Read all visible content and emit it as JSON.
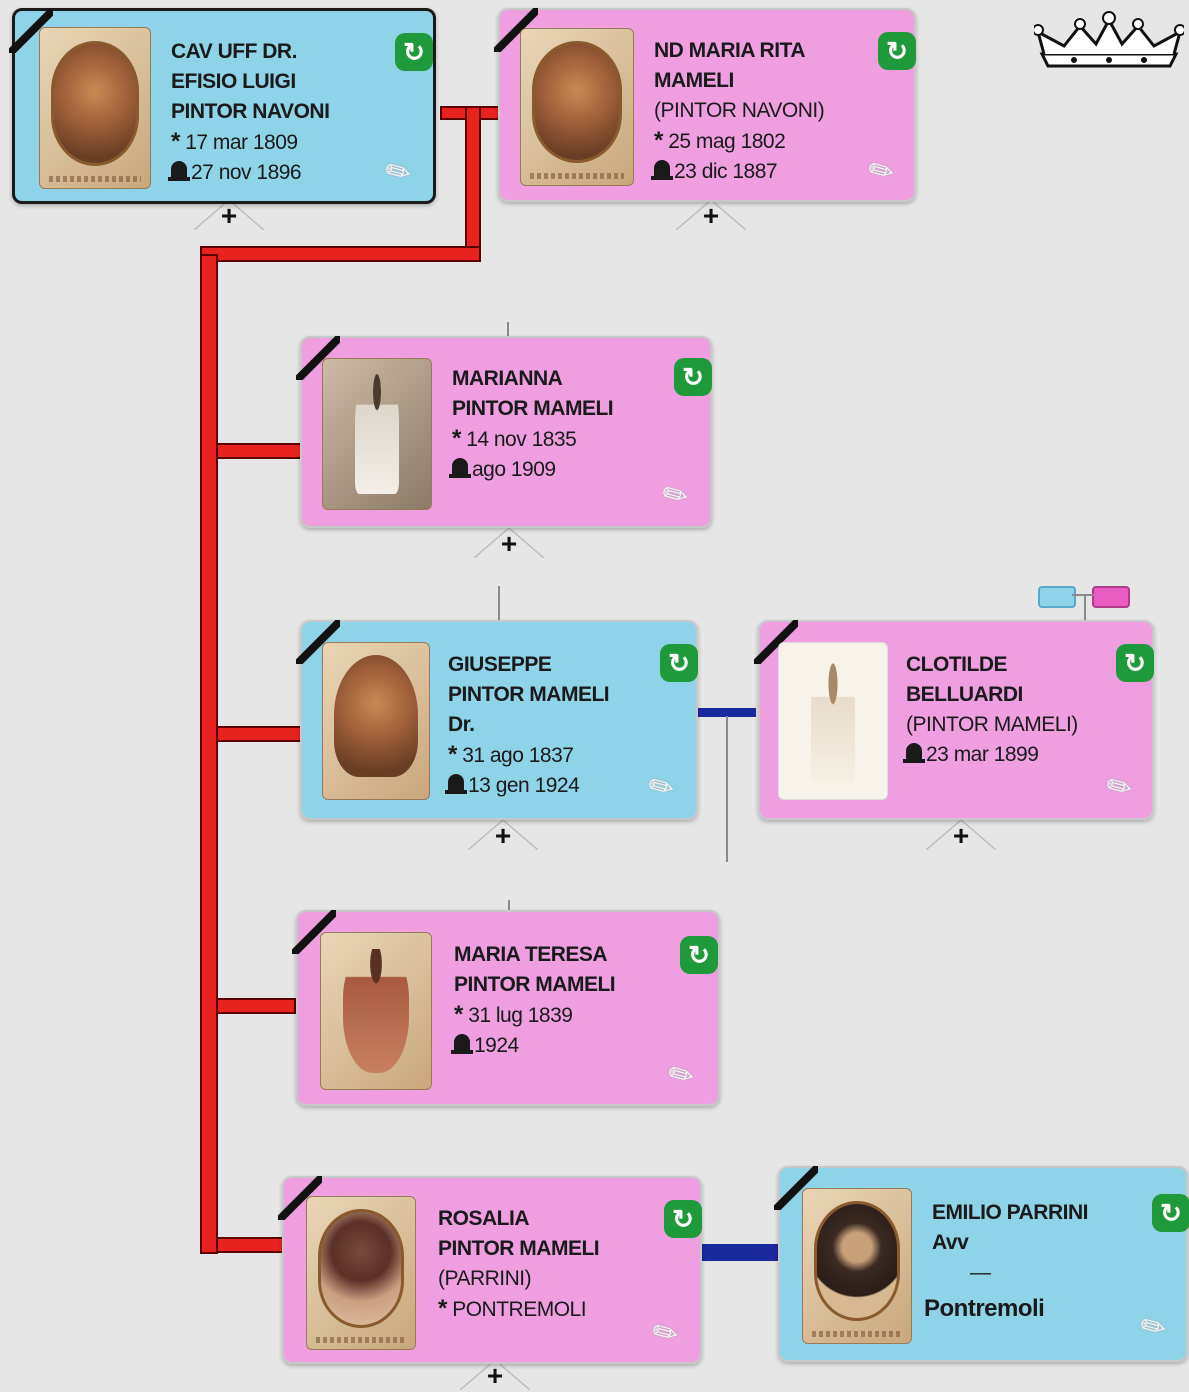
{
  "crown": "crown-icon",
  "legend": {
    "male_color": "#8fd3e8",
    "female_color": "#ef9fe0"
  },
  "icons": {
    "refresh": "↻",
    "pencil": "✎",
    "plus": "+",
    "born": "*"
  },
  "colors": {
    "descent_line": "#e8231f",
    "marriage_line": "#1a2a9c",
    "male": "#8fd3e8",
    "female": "#ef9fe0",
    "refresh": "#1f9a3a"
  },
  "people": {
    "efisio": {
      "line1": "CAV UFF Dr.",
      "line2": "EFISIO LUIGI",
      "line3": "PINTOR NAVONI",
      "born": "17 mar 1809",
      "died": "27 nov 1896"
    },
    "maria_rita": {
      "line1": "ND MARIA RITA",
      "line2": "MAMELI",
      "line3": "(PINTOR NAVONI)",
      "born": "25 mag 1802",
      "died": "23 dic 1887"
    },
    "marianna": {
      "line1": "MARIANNA",
      "line2": "PINTOR MAMELI",
      "born": "14 nov 1835",
      "died": "ago 1909"
    },
    "giuseppe": {
      "line1": "GIUSEPPE",
      "line2": "PINTOR MAMELI",
      "line3": "Dr.",
      "born": "31 ago 1837",
      "died": "13 gen 1924"
    },
    "clotilde": {
      "line1": "CLOTILDE",
      "line2": "BELLUARDI",
      "line3": "(PINTOR MAMELI)",
      "died": "23 mar 1899"
    },
    "maria_teresa": {
      "line1": "MARIA TERESA",
      "line2": "PINTOR MAMELI",
      "born": "31 lug 1839",
      "died": "1924"
    },
    "rosalia": {
      "line1": "ROSALIA",
      "line2": "PINTOR MAMELI",
      "line3": "(PARRINI)",
      "born": "PONTREMOLI"
    },
    "emilio": {
      "line1": "EMILIO PARRINI",
      "line2": "Avv",
      "dash": "—",
      "place": "Pontremoli"
    }
  }
}
